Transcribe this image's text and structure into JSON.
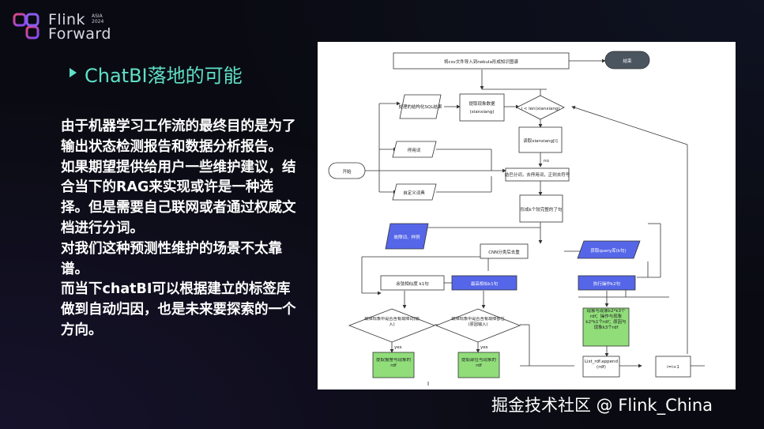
{
  "logo": {
    "line1": "Flink",
    "line2": "Forward",
    "badge_line1": "ASIA",
    "badge_line2": "2024"
  },
  "title": "ChatBI落地的可能",
  "body": {
    "paragraphs": [
      "由于机器学习工作流的最终目的是为了输出状态检测报告和数据分析报告。",
      "如果期望提供给用户一些维护建议，结合当下的RAG来实现或许是一种选择。但是需要自己联网或者通过权威文档进行分词。",
      "对我们这种预测性维护的场景不太靠谱。",
      "而当下chatBI可以根据建立的标签库做到自动归因，也是未来要探索的一个方向。"
    ]
  },
  "flowchart": {
    "n_top": "将csv文件导入到nebula形成知识图谱",
    "n_end": "结束",
    "n_sql": "处理的结构化SQL结果",
    "n_fetch": "提取现象数据",
    "n_fetch2": "(xianxiang)",
    "n_diamond": "i < len(xianxiang)",
    "n_read": "读取xianxiang[i]",
    "n_stop": "停用词",
    "n_start": "开始",
    "n_cut": "结巴分词，去停用词，正则去符号",
    "n_dict": "自定义词典",
    "n_form": "形成k个较完整的了句",
    "n_faultdb": "故障词、样例",
    "n_cnn": "CNN分类后去重",
    "n_query": "获取query库(k句)",
    "n_maxcos": "余弦相似度 k1句",
    "n_cos1": "最高相似k1句",
    "n_k2": "执行操作k2句",
    "n_phen": "现象与现象k2*k3个rdf；操作与现象k2*k1个rdf；原因与现象k3个rdf",
    "n_d1": "故障现象中是否含有故障词(输入)",
    "n_d2": "故障现象中是否含有故障部位(原因输入)",
    "yes1": "yes",
    "yes2": "yes",
    "no_label": "no",
    "n_g1": "提取报警与现象的rdf",
    "n_g2": "提取部位与现象的rdf",
    "n_list": "List_rdf.append(rdf)",
    "n_inc": "i=i+1"
  },
  "watermark": "掘金技术社区 @ Flink_China",
  "colors": {
    "accent": "#5fe0c8",
    "background": "#0a0b12",
    "flow_blue": "#5566e8",
    "flow_green": "#90dd7a",
    "flow_gray": "#4a5560"
  }
}
